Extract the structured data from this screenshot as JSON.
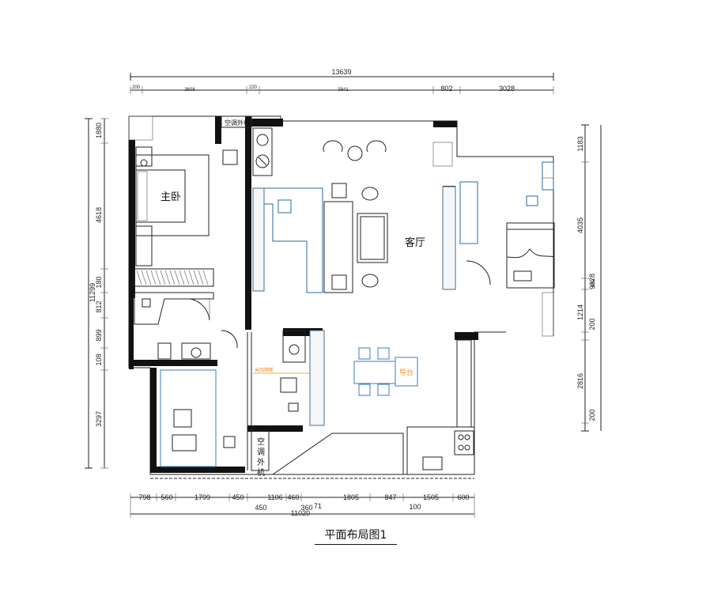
{
  "caption": "平面布局图1",
  "rooms": {
    "master_bedroom": "主卧",
    "living_room": "客厅",
    "ac_outdoor_top": "空调外机",
    "ac_outdoor_bottom": [
      "空",
      "调",
      "外",
      "机"
    ],
    "island": "导台",
    "partition": "米回隔断"
  },
  "top_dims": {
    "overall": "13639",
    "segments": [
      "200",
      "3608",
      "220",
      "5941",
      "802",
      "3028"
    ]
  },
  "bottom_dims": {
    "segments": [
      "798",
      "560",
      "1799",
      "450",
      "1106",
      "460",
      "1805",
      "847",
      "100",
      "1505",
      "600"
    ],
    "sub": [
      "450",
      "360",
      "71"
    ],
    "overall": "11020"
  },
  "left_dims": {
    "overall": "11299",
    "segments": [
      "1880",
      "4618",
      "180",
      "812",
      "899",
      "108",
      "3297"
    ]
  },
  "right_dims": {
    "overall": "9828",
    "segments": [
      "1183",
      "4035",
      "180",
      "1214",
      "200",
      "2816",
      "200"
    ]
  },
  "colors": {
    "walls": "#111111",
    "furniture_blue": "#2a6aa0",
    "annotation_orange": "#f0921e"
  }
}
